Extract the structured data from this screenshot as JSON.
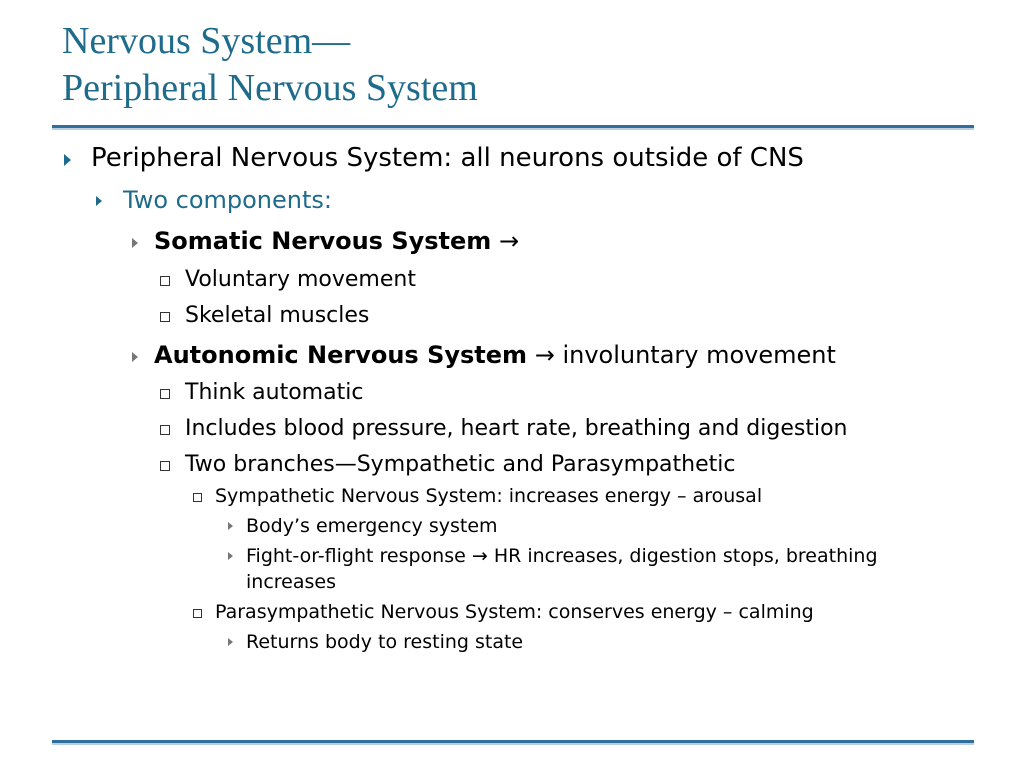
{
  "slide": {
    "title_line1": "Nervous System—",
    "title_line2": "Peripheral Nervous System",
    "items": [
      {
        "text": "Peripheral Nervous System: all neurons outside of CNS"
      },
      {
        "text": "Two components:"
      },
      {
        "bold": "Somatic Nervous System",
        "arrow": "→",
        "rest": ""
      },
      {
        "text": "Voluntary movement"
      },
      {
        "text": "Skeletal muscles"
      },
      {
        "bold": "Autonomic Nervous System",
        "arrow": "→",
        "rest": "involuntary movement"
      },
      {
        "text": "Think automatic"
      },
      {
        "text": "Includes blood pressure, heart rate, breathing and digestion"
      },
      {
        "text": "Two branches—Sympathetic and Parasympathetic"
      },
      {
        "text": "Sympathetic Nervous System: increases energy – arousal"
      },
      {
        "text": "Body’s emergency system"
      },
      {
        "before": "Fight-or-flight response",
        "arrow": "→",
        "after": "HR increases, digestion stops, breathing",
        "line2": "increases"
      },
      {
        "text": "Parasympathetic Nervous System: conserves energy – calming"
      },
      {
        "text": "Returns body to resting state"
      }
    ]
  },
  "colors": {
    "title": "#1f6b8c",
    "rule": "#2e6f9e",
    "bullet": "#1f6b8c"
  }
}
